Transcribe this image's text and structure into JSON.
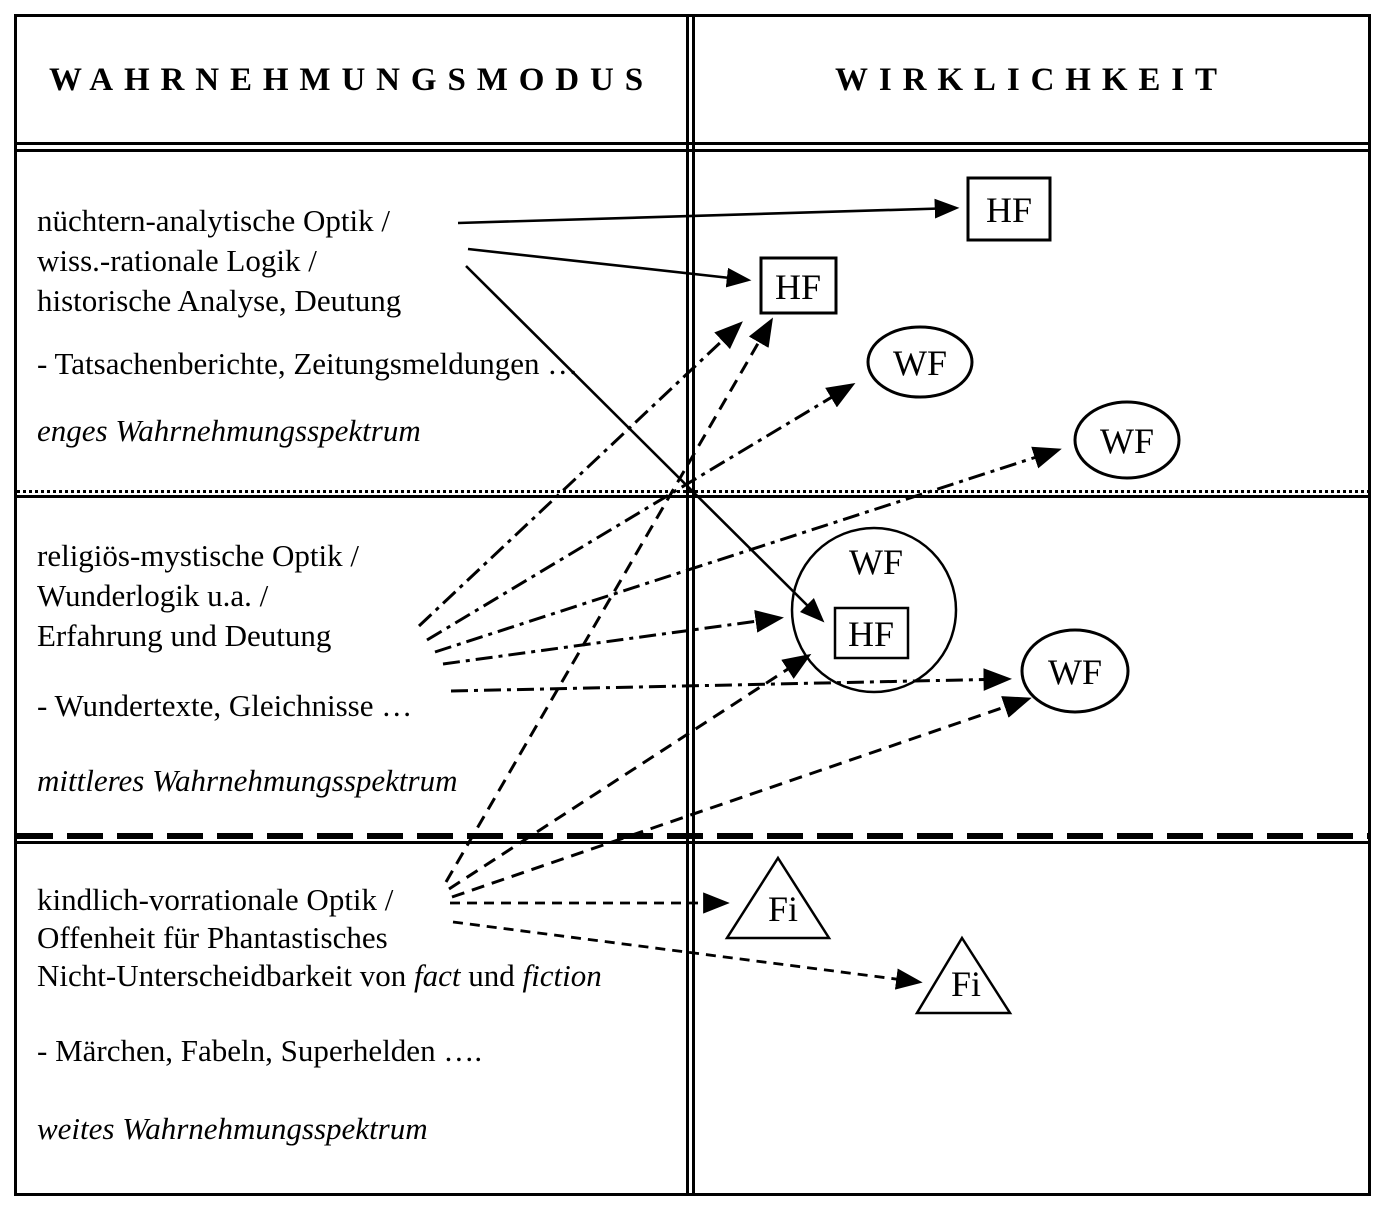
{
  "header": {
    "left_label": "WAHRNEHMUNGSMODUS",
    "right_label": "WIRKLICHKEIT"
  },
  "sections": [
    {
      "mode_lines": [
        "nüchtern-analytische Optik /",
        "wiss.-rationale Logik /",
        "historische Analyse, Deutung"
      ],
      "examples_line": "- Tatsachenberichte, Zeitungsmeldungen …",
      "spectrum_line": "enges Wahrnehmungsspektrum"
    },
    {
      "mode_lines": [
        "religiös-mystische Optik /",
        "Wunderlogik u.a. /",
        "Erfahrung und Deutung"
      ],
      "examples_line": "- Wundertexte, Gleichnisse …",
      "spectrum_line": "mittleres Wahrnehmungsspektrum"
    },
    {
      "mode_lines": [
        "kindlich-vorrationale Optik /",
        "Offenheit für Phantastisches"
      ],
      "mixed_line": {
        "prefix": "Nicht-Unterscheidbarkeit von ",
        "italic_1": "fact",
        "middle": " und ",
        "italic_2": "fiction"
      },
      "examples_line": "- Märchen, Fabeln, Superhelden ….",
      "spectrum_line": "weites Wahrnehmungsspektrum"
    }
  ],
  "shapes": {
    "hf_top_box": "HF",
    "hf_mid_box": "HF",
    "wf_ellipse_top": "WF",
    "wf_ellipse_right": "WF",
    "wf_big_circle": "WF",
    "hf_inner_box": "HF",
    "wf_ellipse_low": "WF",
    "fi_triangle_1": "Fi",
    "fi_triangle_2": "Fi"
  },
  "connections": [
    {
      "from": "section-1",
      "style": "solid",
      "to": "hf-top-box"
    },
    {
      "from": "section-1",
      "style": "solid",
      "to": "hf-mid-box"
    },
    {
      "from": "section-1",
      "style": "solid",
      "to": "hf-inner-box"
    },
    {
      "from": "section-2",
      "style": "dash-dot",
      "to": "hf-mid-box"
    },
    {
      "from": "section-2",
      "style": "dash-dot",
      "to": "wf-ellipse-top"
    },
    {
      "from": "section-2",
      "style": "dash-dot",
      "to": "wf-ellipse-right"
    },
    {
      "from": "section-2",
      "style": "dash-dot",
      "to": "wf-big-circle"
    },
    {
      "from": "section-2",
      "style": "dash-dot",
      "to": "wf-ellipse-low"
    },
    {
      "from": "section-3",
      "style": "dashed",
      "to": "hf-mid-box"
    },
    {
      "from": "section-3",
      "style": "dashed",
      "to": "wf-big-circle"
    },
    {
      "from": "section-3",
      "style": "dashed",
      "to": "wf-ellipse-low"
    },
    {
      "from": "section-3",
      "style": "dashed",
      "to": "fi-triangle-1"
    },
    {
      "from": "section-3",
      "style": "dashed",
      "to": "fi-triangle-2"
    }
  ],
  "colors": {
    "ink": "#000000",
    "paper": "#ffffff"
  }
}
